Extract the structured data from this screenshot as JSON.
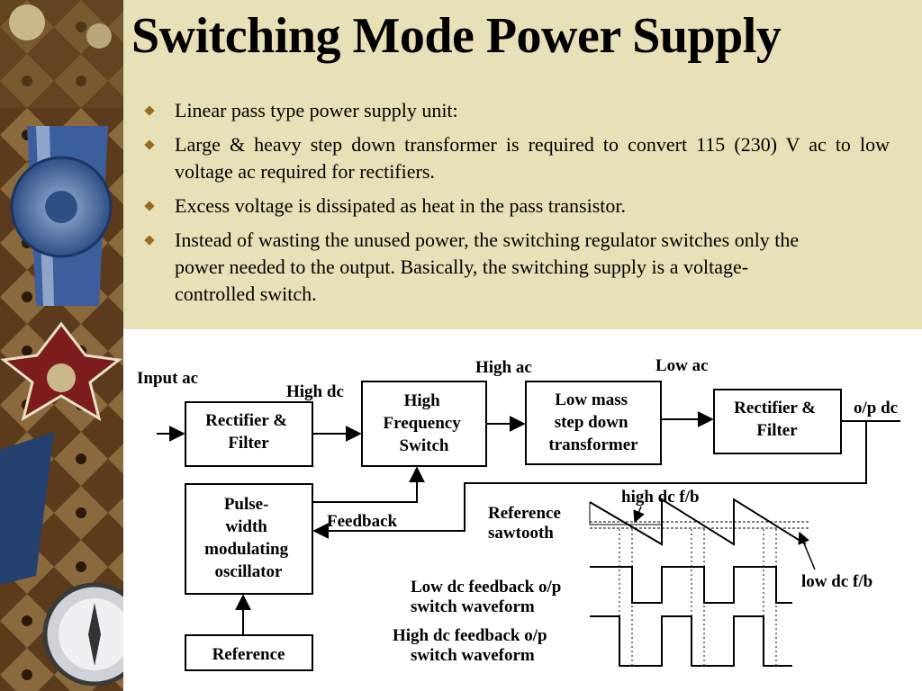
{
  "slide": {
    "title": "Switching Mode Power Supply",
    "bullets": [
      "Linear pass type power supply unit:",
      "Large & heavy step down transformer is required to convert 115 (230) V ac to low voltage ac required for rectifiers.",
      "Excess voltage is dissipated as heat in the pass transistor.",
      "Instead of wasting the unused power, the switching regulator switches only the power needed to the output.  Basically, the switching supply is a voltage-controlled switch."
    ]
  },
  "diagram": {
    "blocks": {
      "rectifier_filter_1": [
        "Rectifier &",
        "Filter"
      ],
      "high_freq_switch": [
        "High",
        "Frequency",
        "Switch"
      ],
      "transformer": [
        "Low mass",
        "step down",
        "transformer"
      ],
      "rectifier_filter_2": [
        "Rectifier &",
        "Filter"
      ],
      "pwm_oscillator": [
        "Pulse-",
        "width",
        "modulating",
        "oscillator"
      ],
      "reference": "Reference"
    },
    "labels": {
      "input_ac": "Input ac",
      "high_dc": "High dc",
      "high_ac": "High ac",
      "low_ac": "Low ac",
      "op_dc": "o/p dc",
      "feedback": "Feedback",
      "high_dc_fb": "high dc f/b",
      "low_dc_fb": "low dc f/b",
      "reference_sawtooth": [
        "Reference",
        "sawtooth"
      ],
      "low_dc_waveform": [
        "Low dc feedback o/p",
        "switch waveform"
      ],
      "high_dc_waveform": [
        "High dc feedback o/p",
        "switch waveform"
      ]
    }
  },
  "colors": {
    "background": "#e8e0b6",
    "bullet": "#9a6b1e",
    "diagram_bg": "#ffffff"
  }
}
